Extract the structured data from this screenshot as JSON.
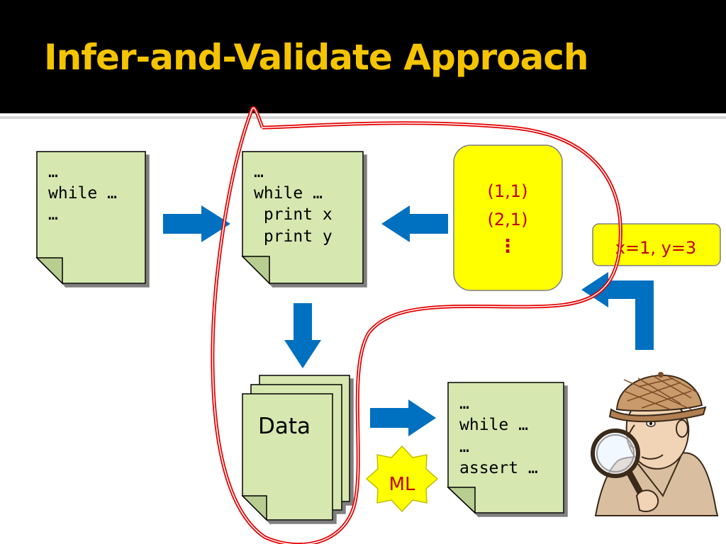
{
  "slide": {
    "title": "Infer-and-Validate Approach"
  },
  "docs": {
    "original": {
      "lines": [
        "…",
        "while …",
        "…"
      ]
    },
    "instrumented": {
      "lines": [
        "…",
        "while …",
        " print x",
        " print y"
      ]
    },
    "annotated": {
      "lines": [
        "…",
        "while …",
        "…",
        "assert …"
      ]
    }
  },
  "data_stack": {
    "label": "Data"
  },
  "test_inputs": {
    "rows": [
      "(1,1)",
      "(2,1)",
      "⋮"
    ]
  },
  "counterexample": {
    "label": "x=1, y=3"
  },
  "ml_badge": {
    "label": "ML"
  },
  "colors": {
    "arrow": "#0070c0",
    "doc_fill": "#d7e7b0",
    "highlight": "#ffff00",
    "loop": "#e30000",
    "title": "#f5c400",
    "red_text": "#c00000"
  },
  "icons": {
    "detective": "detective-with-magnifier-icon"
  }
}
